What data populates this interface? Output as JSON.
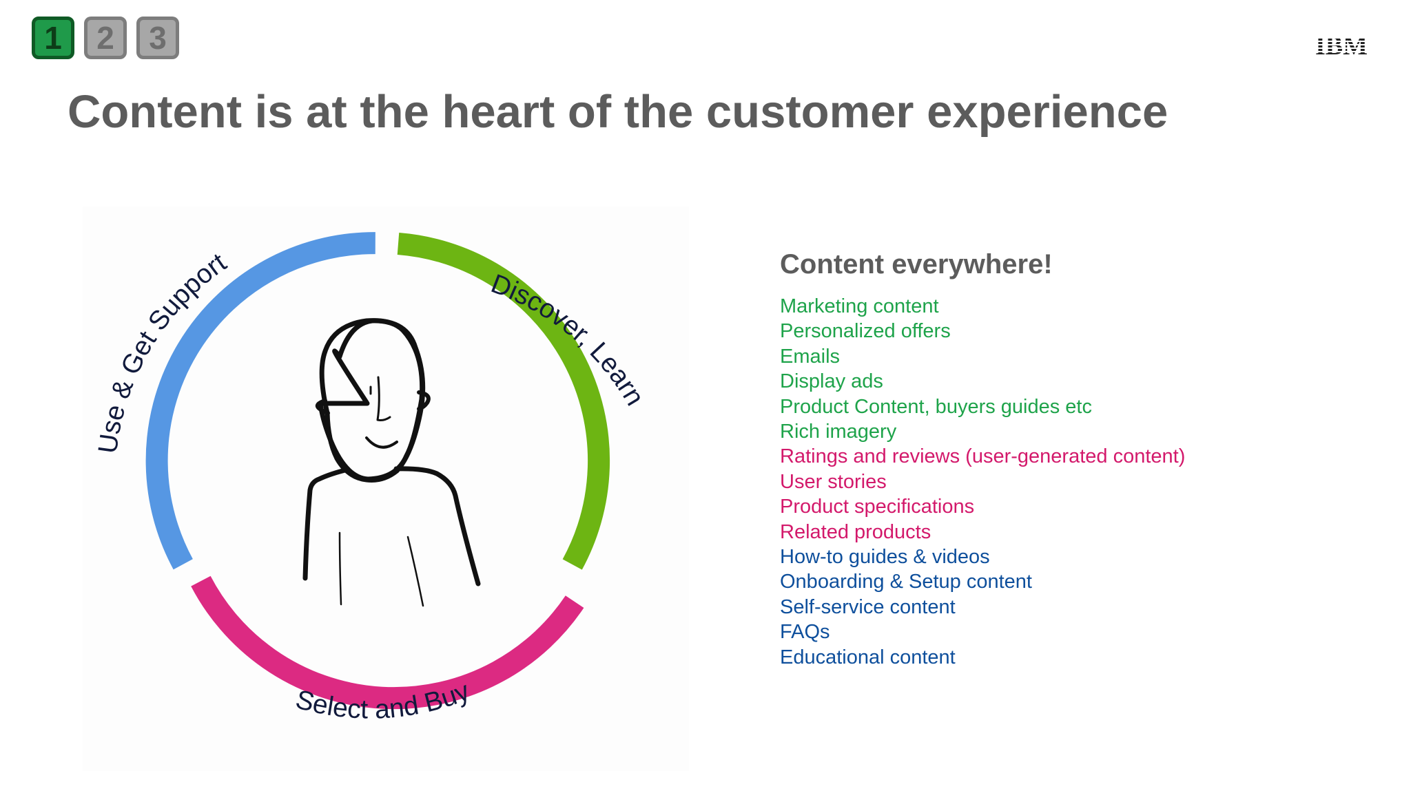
{
  "step_nav": [
    {
      "label": "1",
      "active": true
    },
    {
      "label": "2",
      "active": false
    },
    {
      "label": "3",
      "active": false
    }
  ],
  "logo": {
    "text": "IBM"
  },
  "title": "Content is at the heart of the customer experience",
  "cycle": {
    "stages": [
      {
        "label": "Discover, Learn",
        "color": "#6db513"
      },
      {
        "label": "Select and Buy",
        "color": "#dc2a82"
      },
      {
        "label": "Use & Get Support",
        "color": "#5697e3"
      }
    ]
  },
  "content_panel": {
    "heading": "Content everywhere!",
    "items": [
      {
        "text": "Marketing content",
        "color": "#1ea34a"
      },
      {
        "text": "Personalized offers",
        "color": "#1ea34a"
      },
      {
        "text": "Emails",
        "color": "#1ea34a"
      },
      {
        "text": "Display ads",
        "color": "#1ea34a"
      },
      {
        "text": "Product Content, buyers guides etc",
        "color": "#1ea34a"
      },
      {
        "text": "Rich imagery",
        "color": "#1ea34a"
      },
      {
        "text": "Ratings and reviews (user-generated content)",
        "color": "#d3196b"
      },
      {
        "text": "User stories",
        "color": "#d3196b"
      },
      {
        "text": "Product specifications",
        "color": "#d3196b"
      },
      {
        "text": "Related products",
        "color": "#d3196b"
      },
      {
        "text": "How-to guides & videos",
        "color": "#0e4f9c"
      },
      {
        "text": "Onboarding & Setup content",
        "color": "#0e4f9c"
      },
      {
        "text": "Self-service content",
        "color": "#0e4f9c"
      },
      {
        "text": "FAQs",
        "color": "#0e4f9c"
      },
      {
        "text": "Educational content",
        "color": "#0e4f9c"
      }
    ]
  }
}
